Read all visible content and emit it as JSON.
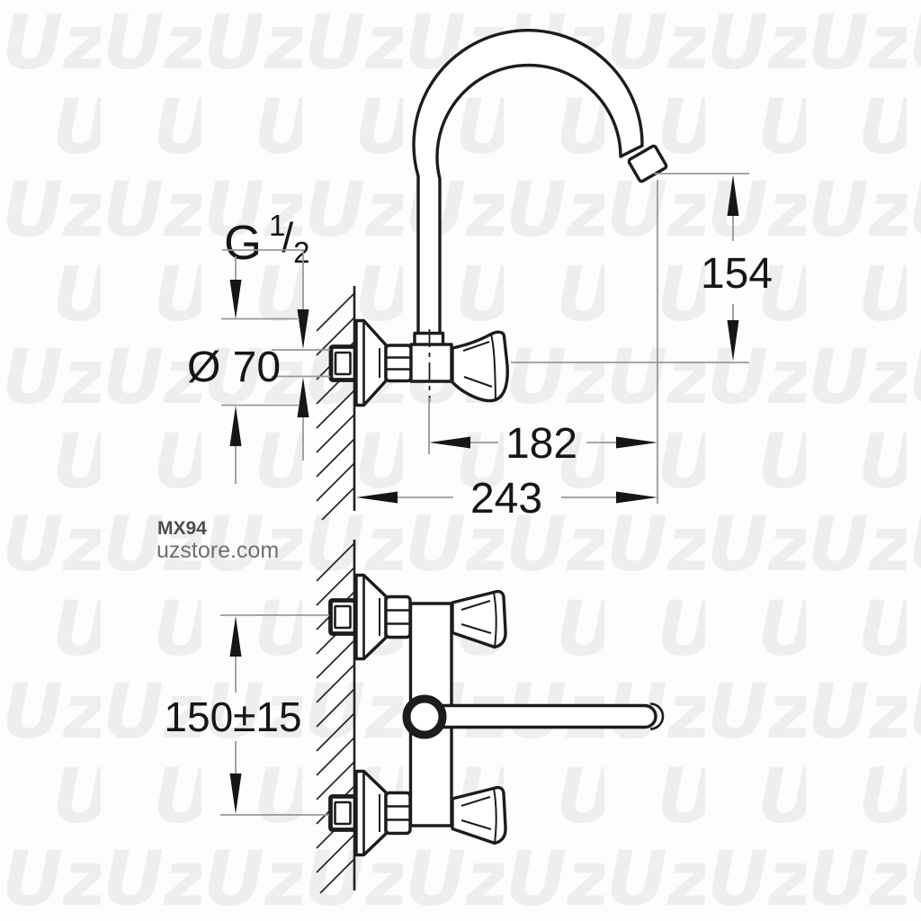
{
  "page": {
    "background": "#fdfdfd"
  },
  "watermark": {
    "text": "Uz",
    "color": "#eeedef"
  },
  "branding": {
    "code": "MX94",
    "site": "uzstore.com"
  },
  "drawing": {
    "line_color": "#1c1c1c",
    "dimension_line_color": "#98989a",
    "text_color": "#161616",
    "dimensions": {
      "thread_size": {
        "prefix": "G",
        "numerator": "1",
        "slash": "/",
        "denominator": "2"
      },
      "flange_diameter": "Ø 70",
      "spout_height": "154",
      "spout_reach": "182",
      "overall_reach": "243",
      "connection_spacing": "150±15"
    }
  }
}
